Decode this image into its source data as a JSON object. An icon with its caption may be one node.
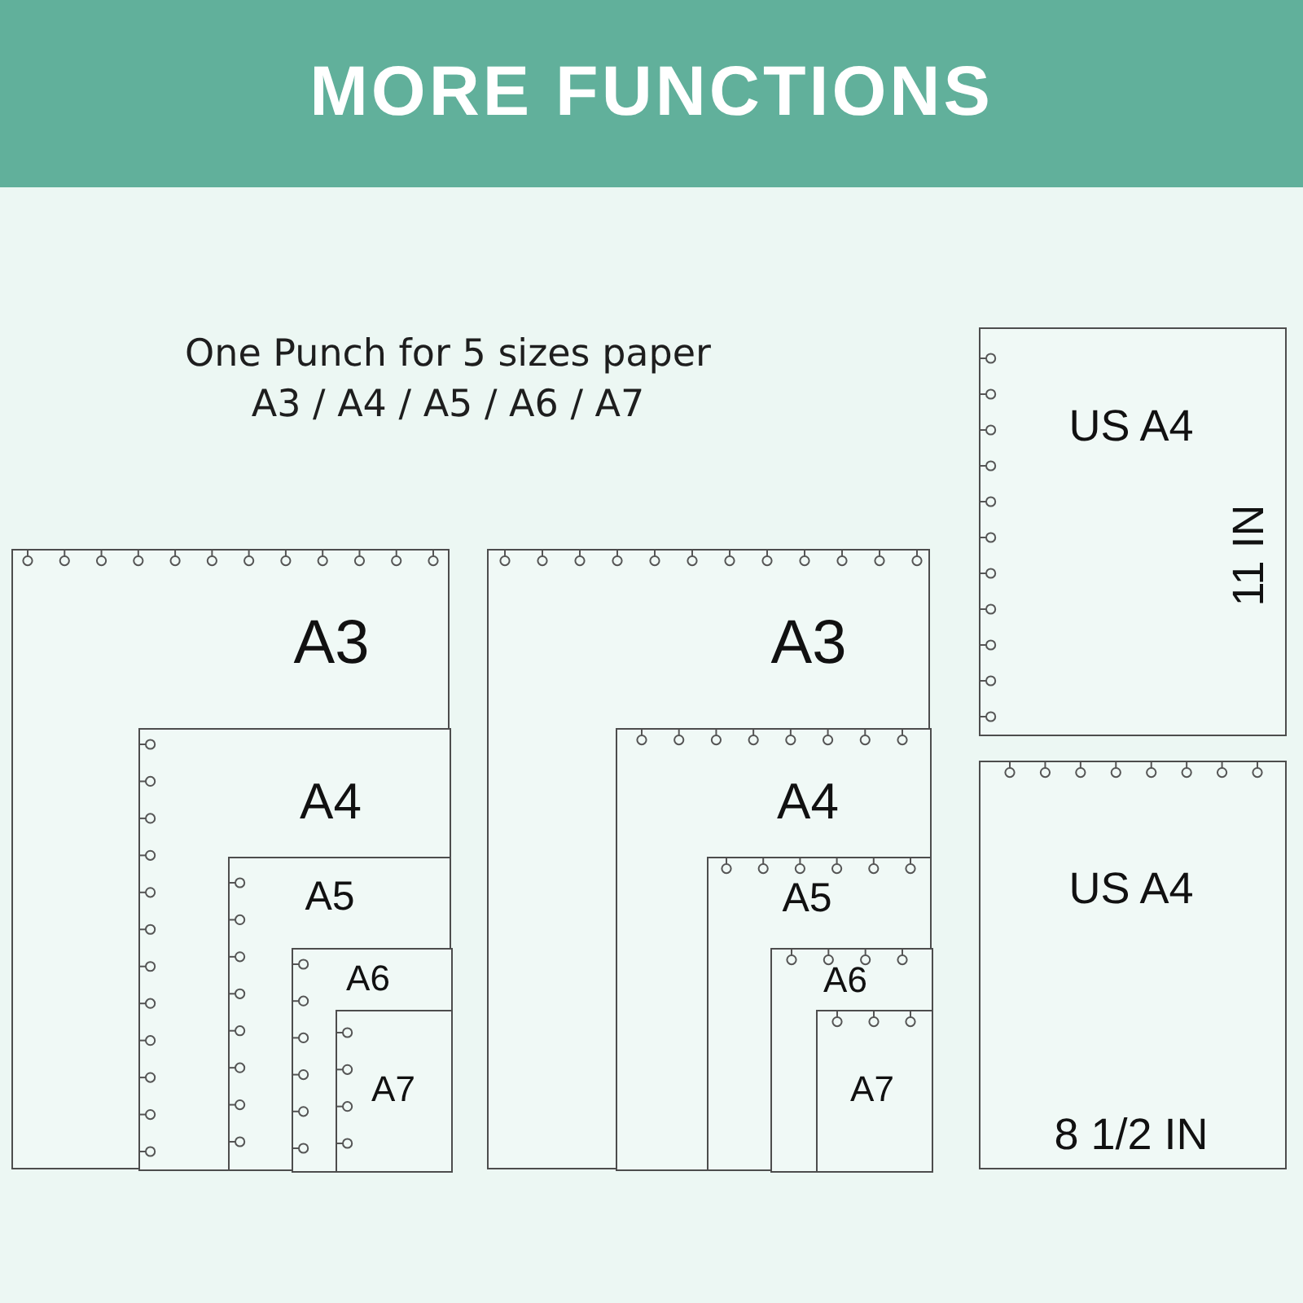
{
  "diagram": {
    "title": "MORE FUNCTIONS",
    "nodes": [
      {
        "text": [
          "A3"
        ]
      },
      {
        "text": [
          "A4"
        ],
        "in": 0
      },
      {
        "text": [
          "A5"
        ],
        "in": 1
      },
      {
        "text": [
          "A6"
        ],
        "in": 2
      },
      {
        "text": [
          "A7"
        ],
        "in": 3
      },
      {
        "text": [
          "A3"
        ]
      },
      {
        "text": [
          "A4"
        ],
        "in": 5
      },
      {
        "text": [
          "A5"
        ],
        "in": 6
      },
      {
        "text": [
          "A6"
        ],
        "in": 7
      },
      {
        "text": [
          "A7"
        ],
        "in": 8
      },
      {
        "text": [
          "US A4",
          "11 IN"
        ]
      },
      {
        "text": [
          "US A4",
          "8 1/2 IN"
        ]
      }
    ],
    "labels": [
      "One Punch for 5 sizes paper",
      "A3 / A4 / A5 / A6 / A7"
    ]
  }
}
